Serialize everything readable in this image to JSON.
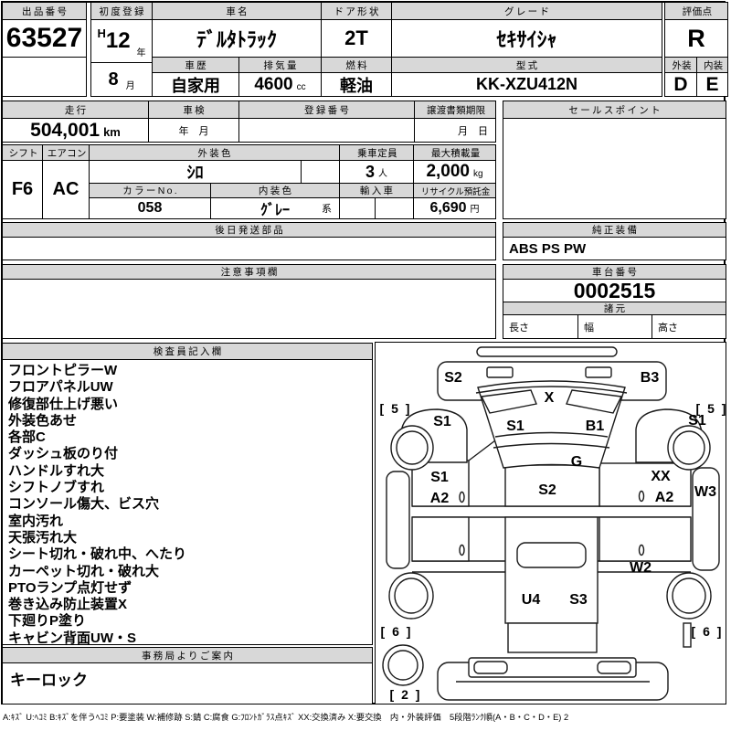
{
  "top": {
    "auction_no_label": "出品番号",
    "auction_no": "63527",
    "first_reg_label": "初度登録",
    "era": "H",
    "year": "12",
    "year_unit": "年",
    "month": "8",
    "month_unit": "月",
    "car_name_label": "車名",
    "car_name": "ﾃﾞﾙﾀﾄﾗｯｸ",
    "history_label": "車歴",
    "history": "自家用",
    "displacement_label": "排気量",
    "displacement": "4600",
    "displacement_unit": "cc",
    "door_label": "ドア形状",
    "door": "2T",
    "fuel_label": "燃料",
    "fuel": "軽油",
    "grade_label": "グレード",
    "grade": "ｾｷｻｲｼｬ",
    "model_label": "型式",
    "model": "KK-XZU412N",
    "score_label": "評価点",
    "score": "R",
    "exterior_label": "外装",
    "exterior": "D",
    "interior_label": "内装",
    "interior": "E"
  },
  "band2": {
    "mileage_label": "走行",
    "mileage": "504,001",
    "mileage_unit": "km",
    "inspection_label": "車検",
    "inspection_value": "年　月",
    "reg_no_label": "登録番号",
    "reg_no": "",
    "transfer_label": "譲渡書類期限",
    "transfer_value": "月　日",
    "sales_point_label": "セールスポイント",
    "sales_point": ""
  },
  "band3": {
    "shift_label": "シフト",
    "shift": "F6",
    "aircon_label": "エアコン",
    "aircon": "AC",
    "ext_color_label": "外装色",
    "ext_color": "ｼﾛ",
    "color_no_label": "カラーNo.",
    "color_no": "058",
    "int_color_label": "内装色",
    "int_color": "ｸﾞﾚｰ",
    "int_color_suffix": "系",
    "capacity_label": "乗車定員",
    "capacity": "3",
    "capacity_unit": "人",
    "max_load_label": "最大積載量",
    "max_load": "2,000",
    "max_load_unit": "kg",
    "import_label": "輸入車",
    "recycle_label": "リサイクル預託金",
    "recycle": "6,690",
    "recycle_unit": "円"
  },
  "parts": {
    "label": "後日発送部品",
    "value": ""
  },
  "equipment": {
    "label": "純正装備",
    "value": "ABS PS PW"
  },
  "notes": {
    "label": "注意事項欄",
    "value": ""
  },
  "chassis": {
    "label": "車台番号",
    "value": "0002515"
  },
  "specs": {
    "label": "諸元",
    "length_label": "長さ",
    "width_label": "幅",
    "height_label": "高さ"
  },
  "inspector": {
    "label": "検査員記入欄",
    "lines": [
      "フロントピラーW",
      "フロアパネルUW",
      "修復部仕上げ悪い",
      "外装色あせ",
      "各部C",
      "ダッシュ板のり付",
      "ハンドルすれ大",
      "シフトノブすれ",
      "コンソール傷大、ビス穴",
      "室内汚れ",
      "天張汚れ大",
      "シート切れ・破れ中、へたり",
      "カーペット切れ・破れ大",
      "PTOランプ点灯せず",
      "巻き込み防止装置X",
      "下廻りP塗り",
      "キャビン背面UW・S"
    ]
  },
  "office": {
    "label": "事務局よりご案内",
    "value": "キーロック"
  },
  "diagram": {
    "labels": [
      "S2",
      "B3",
      "X",
      "[ 5 ]",
      "[ 5 ]",
      "S1",
      "S1",
      "S1",
      "B1",
      "G",
      "S1",
      "A2",
      "XX",
      "A2",
      "W3",
      "S2",
      "W2",
      "U4",
      "S3",
      "[ 6 ]",
      "[ 6 ]",
      "[ 2 ]"
    ]
  },
  "legend": "A:ｷｽﾞ U:ﾍｺﾐ B:ｷｽﾞを伴うﾍｺﾐ P:要塗装 W:補修跡 S:錆 C:腐食 G:ﾌﾛﾝﾄｶﾞﾗｽ点ｷｽﾞ XX:交換済み X:要交換　内・外装評価　5段階ﾗﾝｸ順(A・B・C・D・E) 2"
}
